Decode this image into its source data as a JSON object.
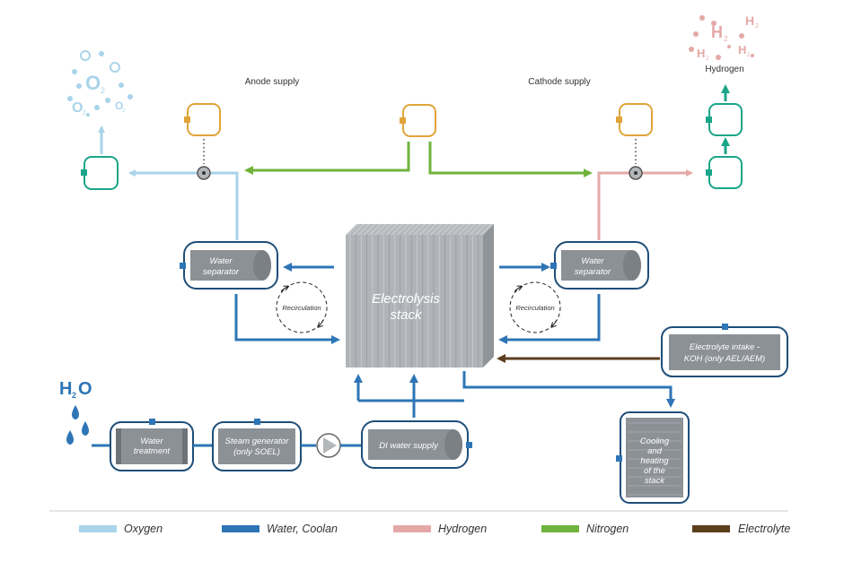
{
  "labels": {
    "anode_supply": "Anode supply",
    "cathode_supply": "Cathode supply",
    "hydrogen": "Hydrogen",
    "stack_line1": "Electrolysis",
    "stack_line2": "stack",
    "recirculation_left": "Recirculation",
    "recirculation_right": "Recirculation",
    "water_sep_left_1": "Water",
    "water_sep_left_2": "separator",
    "water_sep_right_1": "Water",
    "water_sep_right_2": "separator",
    "electrolyte_1": "Electrolyte intake -",
    "electrolyte_2": "KOH (only AEL/AEM)",
    "water_treatment_1": "Water",
    "water_treatment_2": "treatment",
    "steam_gen_1": "Steam generator",
    "steam_gen_2": "(only SOEL)",
    "di_water": "DI water supply",
    "cooling_1": "Cooling",
    "cooling_2": "and",
    "cooling_3": "heating",
    "cooling_4": "of the",
    "cooling_5": "stack",
    "h2o_h": "H",
    "h2o_sub": "2",
    "h2o_o": "O",
    "o2_main": "O",
    "o2_sub": "2",
    "h2_main": "H",
    "h2_sub": "2"
  },
  "legend": [
    {
      "label": "Oxygen",
      "color": "#a9d4ea"
    },
    {
      "label": "Water, Coolan",
      "color": "#2e75b6"
    },
    {
      "label": "Hydrogen",
      "color": "#e4a9a6"
    },
    {
      "label": "Nitrogen",
      "color": "#6fb33c"
    },
    {
      "label": "Electrolyte",
      "color": "#5c3f1d"
    }
  ],
  "colors": {
    "oxygen": "#a9d4ea",
    "water": "#2e75b6",
    "hydrogen": "#e4a9a6",
    "nitrogen": "#6fb33c",
    "electrolyte": "#5c3f1d",
    "supply_tank": "#e0a43a",
    "gas_tank": "#1aa588",
    "equipment_border": "#1f4e79",
    "equipment_fill": "#8c9196"
  }
}
